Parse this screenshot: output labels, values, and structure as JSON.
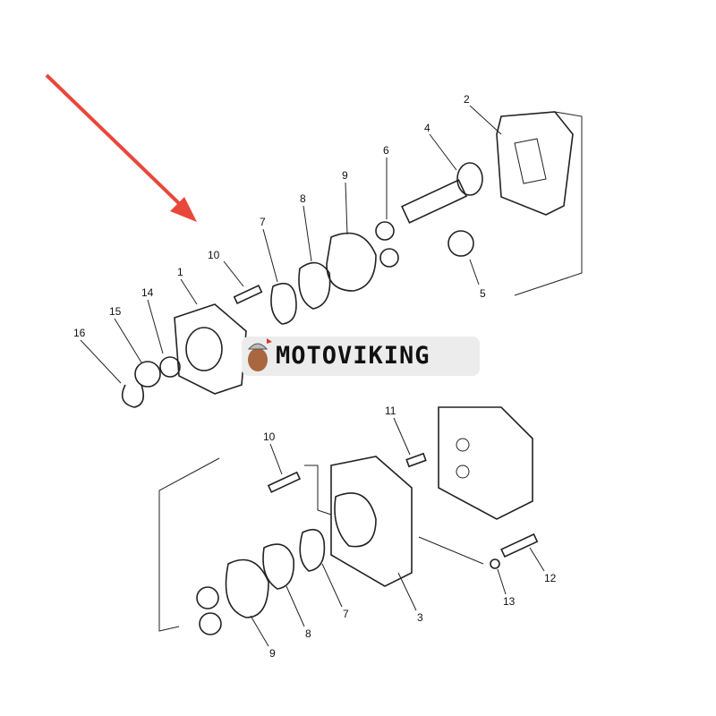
{
  "brand": {
    "name": "MOTOVIKING"
  },
  "colors": {
    "arrow": "#e8473a",
    "line": "#222222"
  },
  "callouts": {
    "upper": [
      "2",
      "4",
      "6",
      "9",
      "8",
      "7",
      "10",
      "1",
      "14",
      "15",
      "16",
      "5"
    ],
    "lower": [
      "11",
      "10",
      "12",
      "13",
      "3",
      "7",
      "8",
      "9"
    ]
  }
}
